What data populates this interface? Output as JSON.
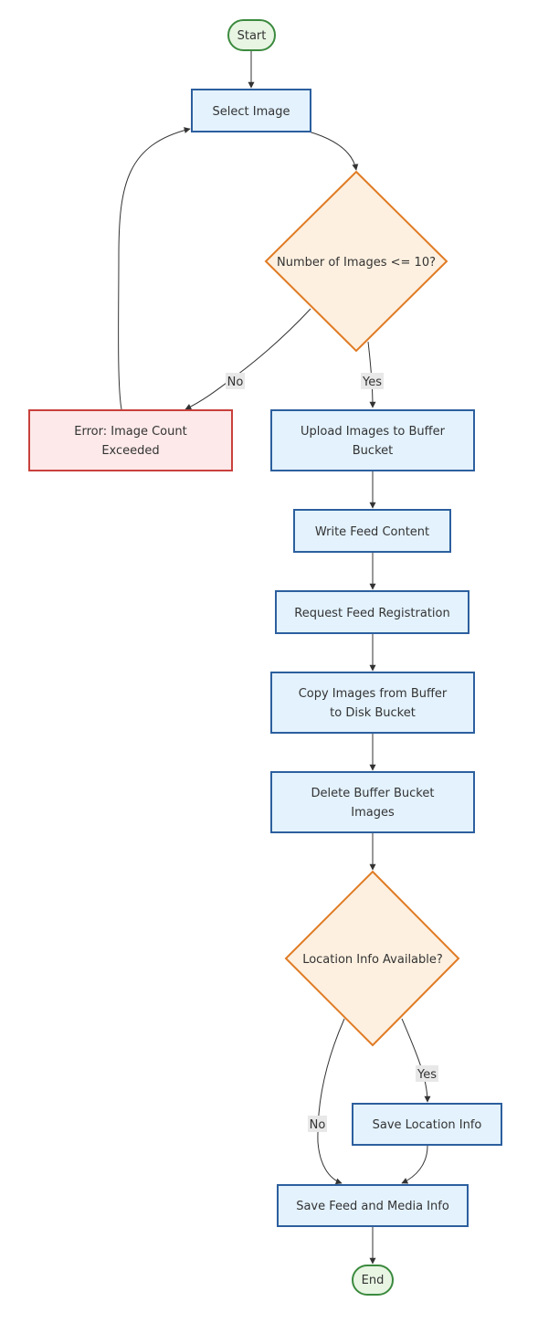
{
  "nodes": {
    "start": "Start",
    "select_image": "Select Image",
    "decision_count": "Number of Images <= 10?",
    "error_count": [
      "Error: Image Count",
      "Exceeded"
    ],
    "upload_buffer": [
      "Upload Images to Buffer",
      "Bucket"
    ],
    "write_feed": "Write Feed Content",
    "request_registration": "Request Feed Registration",
    "copy_images": [
      "Copy Images from Buffer",
      "to Disk Bucket"
    ],
    "delete_buffer": [
      "Delete Buffer Bucket",
      "Images"
    ],
    "decision_location": "Location Info Available?",
    "save_location": "Save Location Info",
    "save_feed_media": "Save Feed and Media Info",
    "end": "End"
  },
  "edges": {
    "count_no": "No",
    "count_yes": "Yes",
    "location_yes": "Yes",
    "location_no": "No"
  },
  "colors": {
    "process_fill": "#e3f2fd",
    "process_stroke": "#2c5f9e",
    "decision_fill": "#fdf0e0",
    "decision_stroke": "#e07b24",
    "error_fill": "#fde9ea",
    "error_stroke": "#c9403c",
    "terminal_fill": "#e8f5e3",
    "terminal_stroke": "#3b8a3e",
    "edge": "#333333",
    "edge_label_bg": "#e8e8e8"
  }
}
